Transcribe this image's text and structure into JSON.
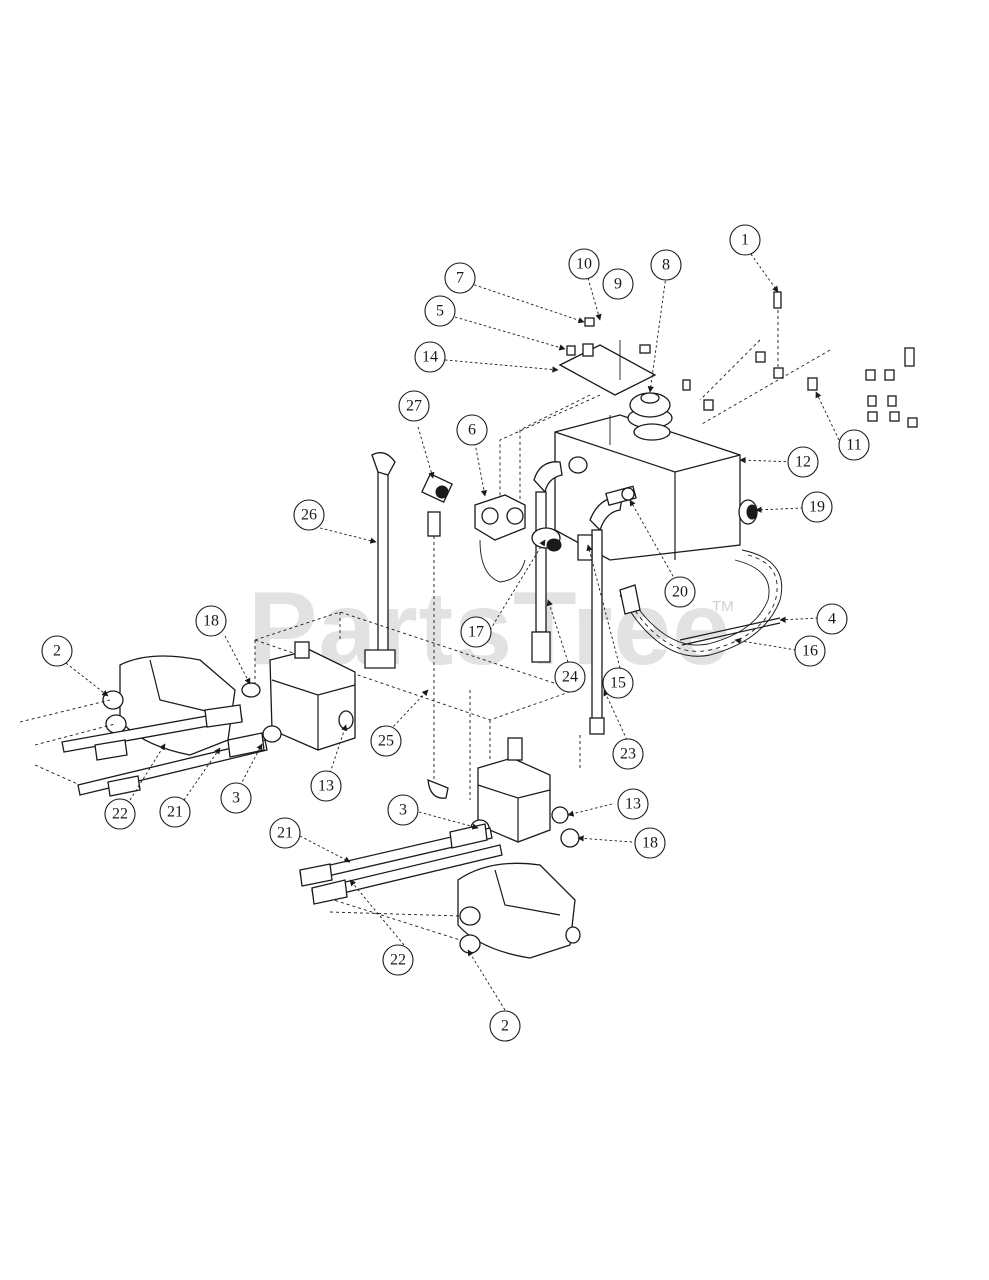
{
  "watermark": {
    "text": "PartsTree",
    "tm": "TM"
  },
  "callouts": [
    "1",
    "2",
    "3",
    "4",
    "5",
    "6",
    "7",
    "8",
    "9",
    "10",
    "11",
    "12",
    "13",
    "14",
    "15",
    "16",
    "17",
    "18",
    "19",
    "20",
    "21",
    "22",
    "23",
    "24",
    "25",
    "26",
    "27"
  ],
  "colors": {
    "line": "#1a1a1a",
    "watermark": "#d9d9d9",
    "background": "#ffffff"
  }
}
